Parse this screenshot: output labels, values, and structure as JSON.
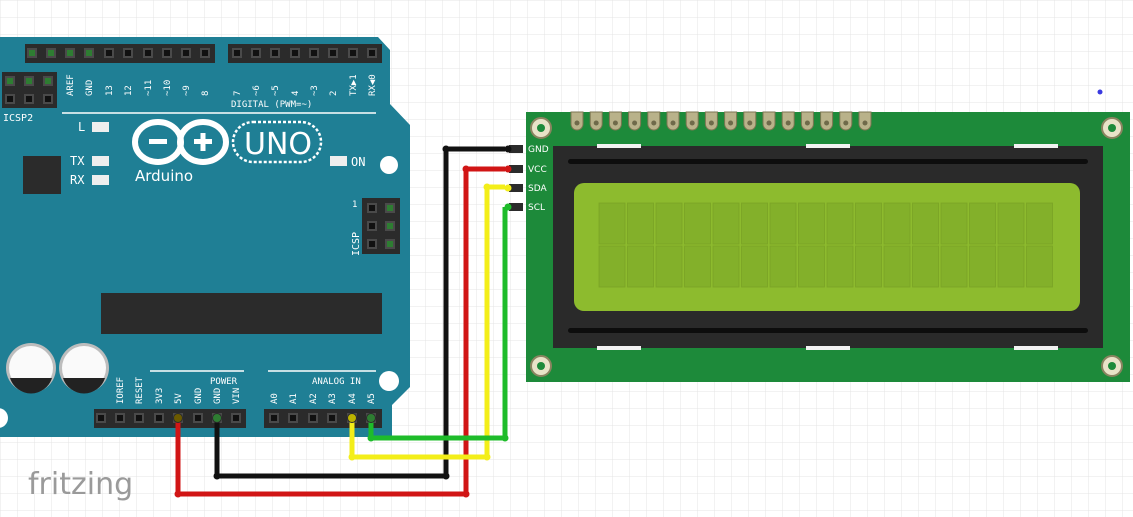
{
  "watermark": "fritzing",
  "arduino": {
    "brand": "Arduino",
    "model": "UNO",
    "icsp2": "ICSP2",
    "icsp": "ICSP",
    "icsp_pin1": "1",
    "digital_label": "DIGITAL (PWM=~)",
    "power_label": "POWER",
    "analog_label": "ANALOG IN",
    "on_label": "ON",
    "led_l": "L",
    "led_tx": "TX",
    "led_rx": "RX",
    "top_left_pins": [
      "AREF",
      "GND",
      "13",
      "12",
      "~11",
      "~10",
      "~9",
      "8"
    ],
    "top_right_pins": [
      "7",
      "~6",
      "~5",
      "4",
      "~3",
      "2",
      "TX▶1",
      "RX◀0"
    ],
    "power_pins": [
      "IOREF",
      "RESET",
      "3V3",
      "5V",
      "GND",
      "GND",
      "VIN"
    ],
    "analog_pins": [
      "A0",
      "A1",
      "A2",
      "A3",
      "A4",
      "A5"
    ]
  },
  "lcd": {
    "pins": [
      "GND",
      "VCC",
      "SDA",
      "SCL"
    ],
    "cols": 16,
    "rows": 2
  },
  "colors": {
    "board": "#1f7f95",
    "lcd_pcb": "#1d8a3a",
    "lcd_screen": "#8dbb2e",
    "wire_black": "#111111",
    "wire_red": "#d11515",
    "wire_yellow": "#f3ee19",
    "wire_green": "#1ebc2a"
  }
}
